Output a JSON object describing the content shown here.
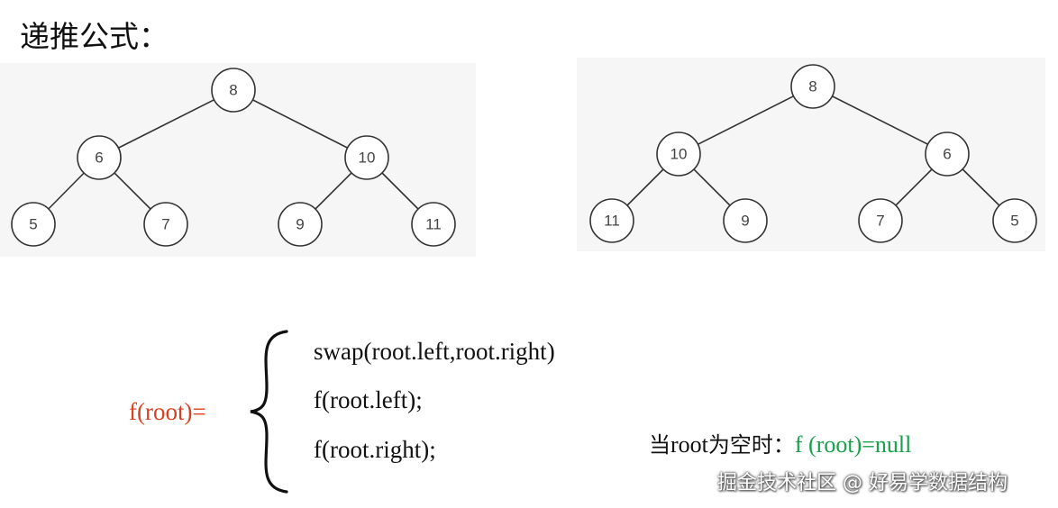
{
  "title": "递推公式：",
  "trees": {
    "left": {
      "nodes": [
        "8",
        "6",
        "10",
        "5",
        "7",
        "9",
        "11"
      ]
    },
    "right": {
      "nodes": [
        "8",
        "10",
        "6",
        "11",
        "9",
        "7",
        "5"
      ]
    }
  },
  "formula": {
    "lhs": "f(root)=",
    "rules": [
      "swap(root.left,root.right)",
      "f(root.left);",
      "f(root.right);"
    ],
    "base_case": {
      "prefix_cn": "当",
      "root_word": "root",
      "suffix_cn": "为空时：",
      "result": "f (root)=null"
    }
  },
  "watermark": "掘金技术社区 @ 好易学数据结构",
  "colors": {
    "lhs": "#d8401f",
    "result": "#18a04a",
    "text": "#111111",
    "node_stroke": "#333333"
  }
}
